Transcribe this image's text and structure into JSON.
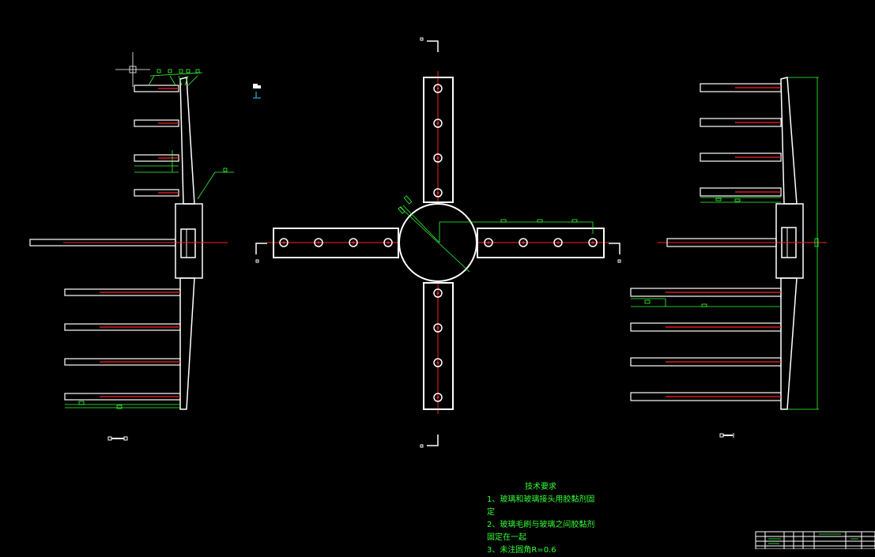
{
  "colors": {
    "background": "#000000",
    "outline": "#ffffff",
    "centerline": "#ff2020",
    "dimension": "#33ff33",
    "grey": "#bdbdbd",
    "cyan": "#33ccff"
  },
  "notes": {
    "title": "技术要求",
    "line1": "1、玻璃和玻璃接头用胶黏剂固",
    "line2": "定",
    "line3": "2、玻璃毛刷与玻璃之间胶黏剂",
    "line4": "固定在一起",
    "line5": "3、未注圆角R=0.6"
  }
}
